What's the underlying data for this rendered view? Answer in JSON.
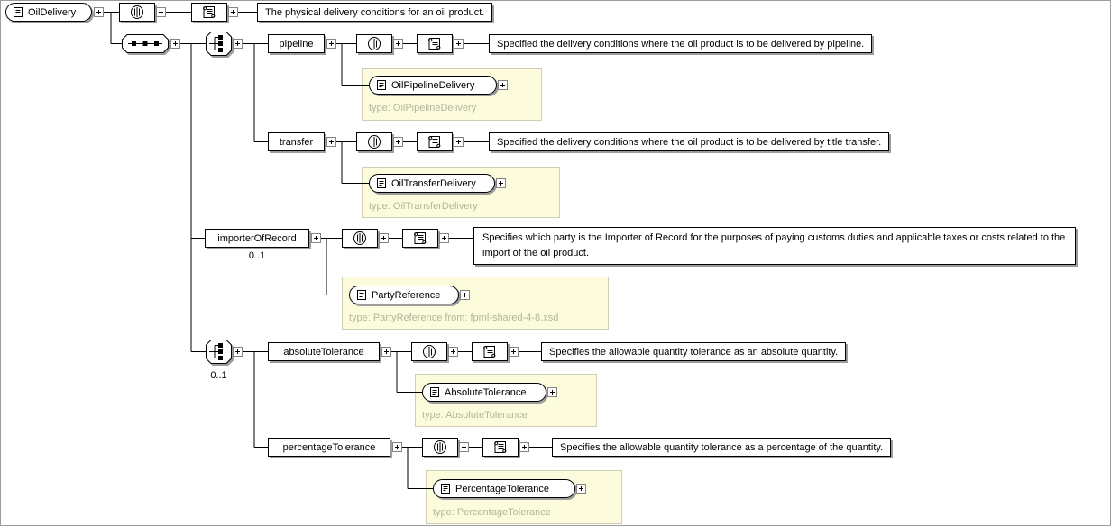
{
  "root": {
    "label": "OilDelivery",
    "doc": "The physical delivery conditions for an oil product."
  },
  "elements": {
    "pipeline": {
      "label": "pipeline",
      "doc": "Specified the delivery conditions where the oil product is to be delivered by pipeline.",
      "type_label": "OilPipelineDelivery",
      "type_note": "type: OilPipelineDelivery"
    },
    "transfer": {
      "label": "transfer",
      "doc": "Specified the delivery conditions where the oil product is to be delivered by title transfer.",
      "type_label": "OilTransferDelivery",
      "type_note": "type: OilTransferDelivery"
    },
    "importerOfRecord": {
      "label": "importerOfRecord",
      "occurs": "0..1",
      "doc": "Specifies which party is the Importer of Record for the purposes of paying customs duties and applicable taxes or costs related to the import of the oil product.",
      "type_label": "PartyReference",
      "type_note": "type: PartyReference from: fpml-shared-4-8.xsd"
    },
    "absoluteTolerance": {
      "label": "absoluteTolerance",
      "doc": "Specifies the allowable quantity tolerance as an absolute quantity.",
      "type_label": "AbsoluteTolerance",
      "type_note": "type: AbsoluteTolerance"
    },
    "percentageTolerance": {
      "label": "percentageTolerance",
      "doc": "Specifies the allowable quantity tolerance as a percentage of the quantity.",
      "type_label": "PercentageTolerance",
      "type_note": "type: PercentageTolerance"
    }
  },
  "compositors": {
    "choice2_occurs": "0..1"
  },
  "colors": {
    "panel_bg": "#FCFCDC",
    "panel_border": "#CFCFB4",
    "type_note_text": "#B4B49C",
    "box_shadow": "#9C9C9C",
    "connector": "#000000"
  }
}
